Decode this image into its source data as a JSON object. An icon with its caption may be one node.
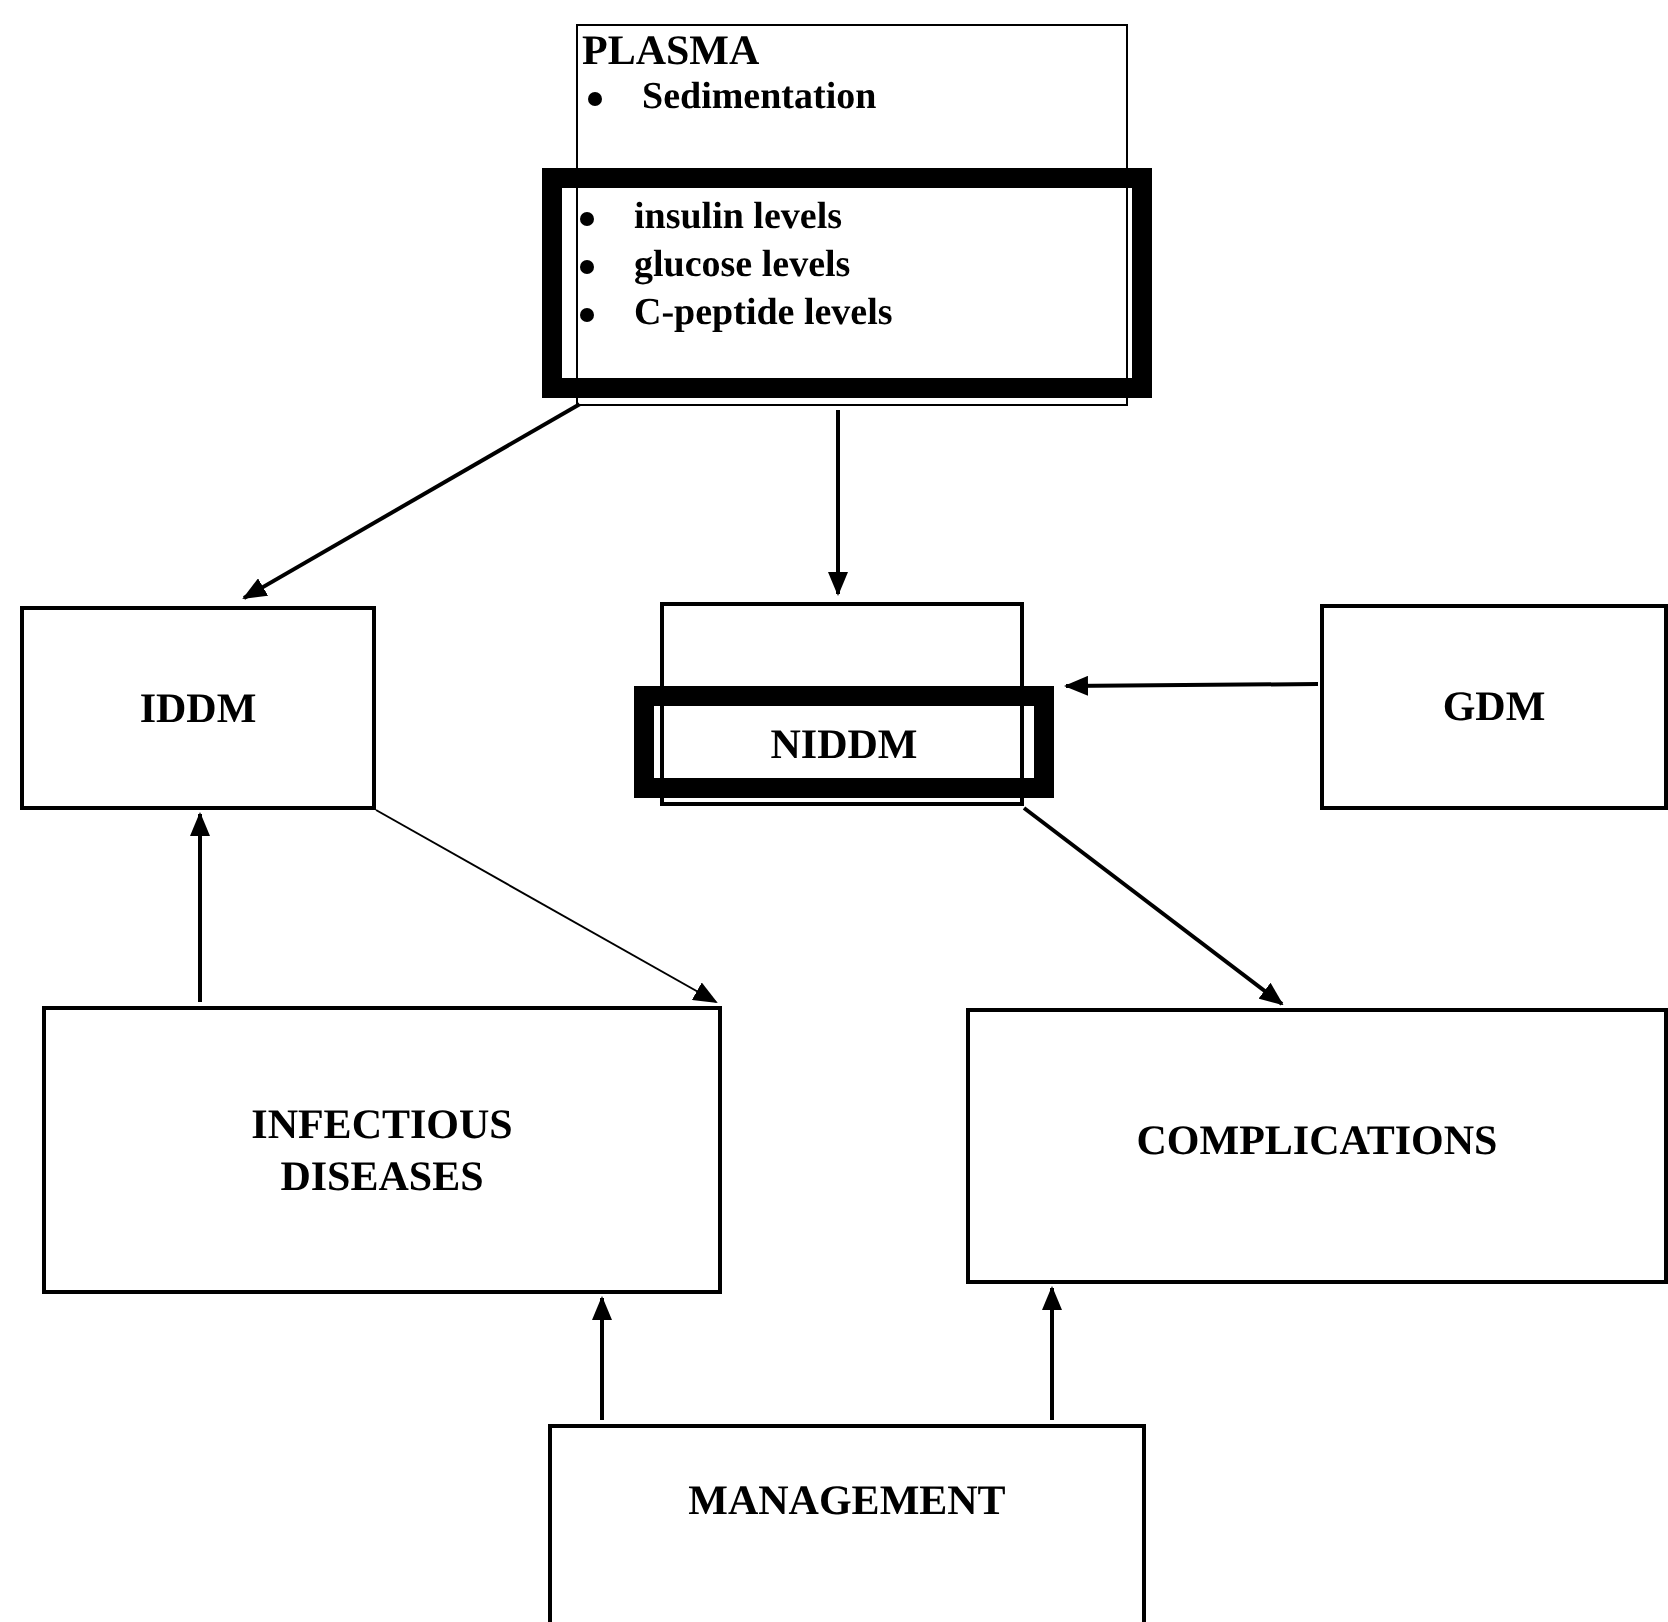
{
  "diagram": {
    "nodes": [
      {
        "text": [
          "PLASMA",
          "Sedimentation"
        ]
      },
      {
        "text": [
          "insulin levels",
          "glucose levels",
          "C-peptide levels"
        ]
      },
      {
        "text": [
          "IDDM"
        ]
      },
      {
        "text": [],
        "shape": "box"
      },
      {
        "text": [
          "NIDDM"
        ]
      },
      {
        "text": [
          "GDM"
        ]
      },
      {
        "text": [
          "INFECTIOUS DISEASES"
        ]
      },
      {
        "text": [
          "COMPLICATIONS"
        ]
      },
      {
        "text": [
          "MANAGEMENT"
        ]
      }
    ],
    "edges": [
      {
        "from": 0,
        "to": 2,
        "arrow": "to"
      },
      {
        "from": 0,
        "to": 3,
        "arrow": "to"
      },
      {
        "from": 5,
        "to": 4,
        "arrow": "to"
      },
      {
        "from": 6,
        "to": 2,
        "arrow": "to"
      },
      {
        "from": 2,
        "to": 6,
        "arrow": "to"
      },
      {
        "from": 3,
        "to": 7,
        "arrow": "to"
      },
      {
        "from": 8,
        "to": 6,
        "arrow": "to"
      },
      {
        "from": 8,
        "to": 7,
        "arrow": "to"
      }
    ]
  }
}
